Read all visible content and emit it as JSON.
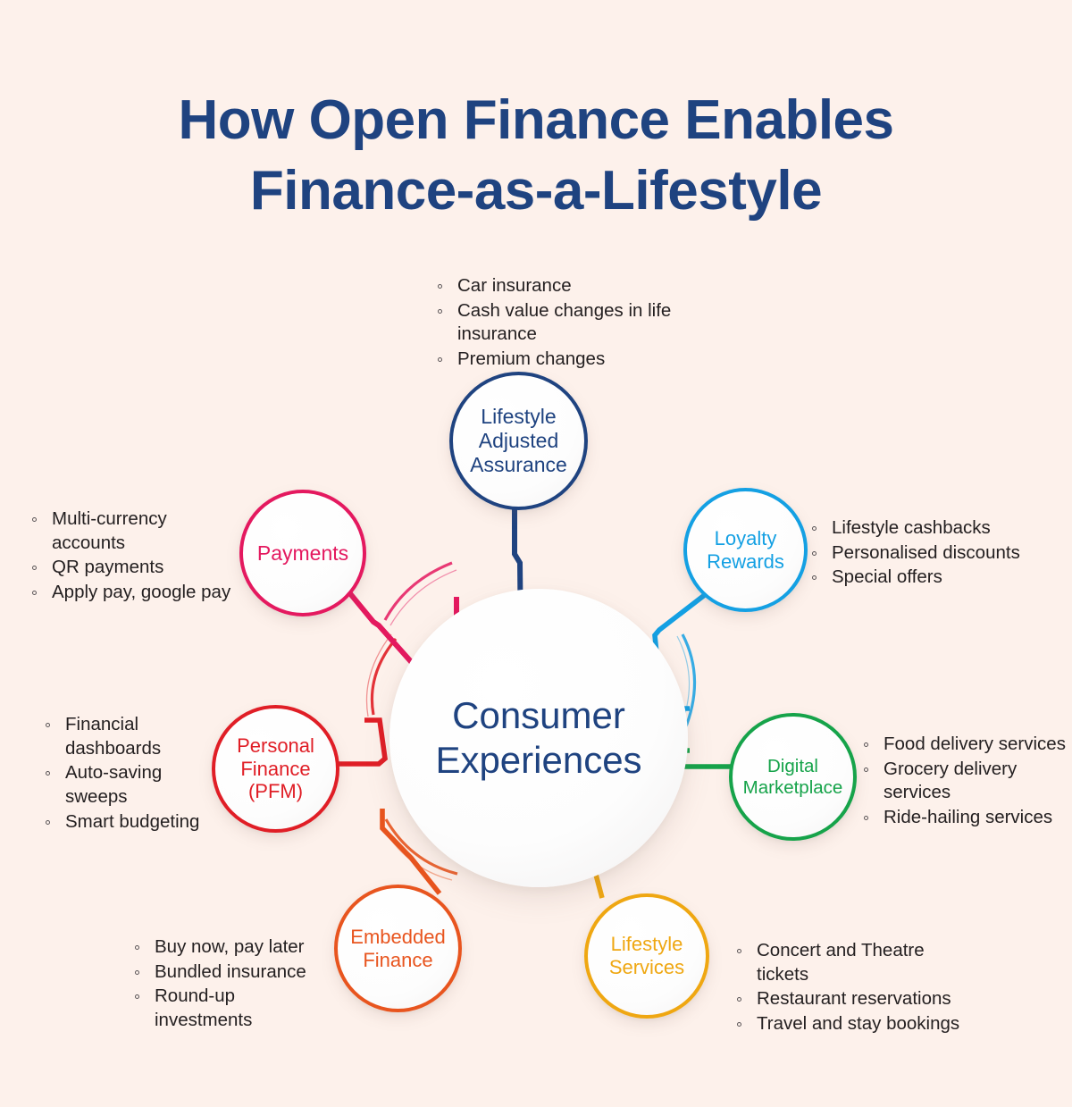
{
  "title": {
    "line1": "How Open Finance Enables",
    "line2": "Finance-as-a-Lifestyle",
    "color": "#1F4380"
  },
  "hub": {
    "label": "Consumer\nExperiences",
    "color": "#1F4380"
  },
  "nodes": [
    {
      "id": "lifestyle-adjusted-assurance",
      "label": "Lifestyle\nAdjusted\nAssurance",
      "color": "#1F4380",
      "bullets": [
        "Car insurance",
        "Cash value changes in life insurance",
        "Premium changes"
      ]
    },
    {
      "id": "loyalty-rewards",
      "label": "Loyalty\nRewards",
      "color": "#14A0E3",
      "bullets": [
        "Lifestyle cashbacks",
        "Personalised discounts",
        "Special offers"
      ]
    },
    {
      "id": "digital-marketplace",
      "label": "Digital\nMarketplace",
      "color": "#16A34A",
      "bullets": [
        "Food delivery services",
        "Grocery delivery services",
        "Ride-hailing services"
      ]
    },
    {
      "id": "lifestyle-services",
      "label": "Lifestyle\nServices",
      "color": "#EFA712",
      "bullets": [
        "Concert and Theatre tickets",
        "Restaurant reservations",
        "Travel and stay bookings"
      ]
    },
    {
      "id": "embedded-finance",
      "label": "Embedded\nFinance",
      "color": "#E8551F",
      "bullets": [
        "Buy now, pay later",
        "Bundled insurance",
        "Round-up investments"
      ]
    },
    {
      "id": "personal-finance-pfm",
      "label": "Personal\nFinance\n(PFM)",
      "color": "#E01E26",
      "bullets": [
        "Financial dashboards",
        "Auto-saving sweeps",
        "Smart budgeting"
      ]
    },
    {
      "id": "payments",
      "label": "Payments",
      "color": "#E4195F",
      "bullets": [
        "Multi-currency accounts",
        "QR payments",
        "Apply pay, google pay"
      ]
    }
  ],
  "background_color": "#FDF1EB"
}
